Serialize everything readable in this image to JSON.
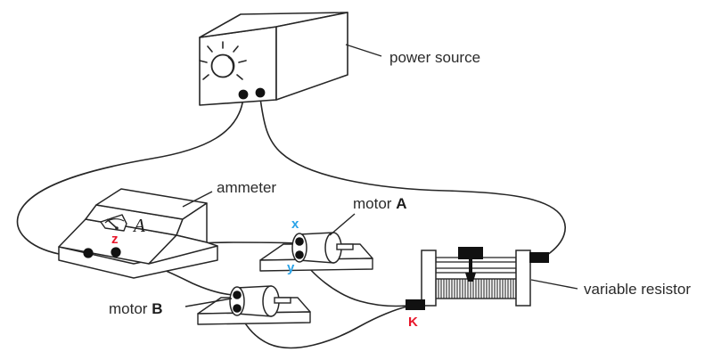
{
  "diagram": {
    "title": "electric circuit with power source, ammeter, two motors and variable resistor",
    "background_color": "#ffffff",
    "line_color": "#262626",
    "label_color": "#2b2b2b"
  },
  "labels": {
    "power_source": "power source",
    "ammeter": "ammeter",
    "motor_a": "motor A",
    "motor_b": "motor B",
    "variable_resistor": "variable resistor"
  },
  "label_parts": {
    "motor_word": "motor",
    "motor_a_letter": "A",
    "motor_b_letter": "B"
  },
  "terminals": {
    "z": {
      "text": "z",
      "color": "#e8162a"
    },
    "k": {
      "text": "K",
      "color": "#e8162a"
    },
    "x": {
      "text": "x",
      "color": "#2aa3e8"
    },
    "y": {
      "text": "y",
      "color": "#2aa3e8"
    }
  },
  "meter": {
    "unit_symbol": "A",
    "face_type": "analog-dial"
  },
  "components": [
    {
      "name": "power-source",
      "type": "box",
      "label": "power source"
    },
    {
      "name": "ammeter",
      "type": "sloped-box-meter",
      "label": "ammeter"
    },
    {
      "name": "motor-a",
      "type": "cylinder-on-base",
      "label": "motor A"
    },
    {
      "name": "motor-b",
      "type": "cylinder-on-base",
      "label": "motor B"
    },
    {
      "name": "variable-resistor",
      "type": "rheostat-coil-slider",
      "label": "variable resistor"
    }
  ],
  "colors": {
    "red": "#e8162a",
    "blue": "#2aa3e8",
    "ink": "#262626",
    "black_fill": "#111111",
    "white_fill": "#ffffff"
  }
}
